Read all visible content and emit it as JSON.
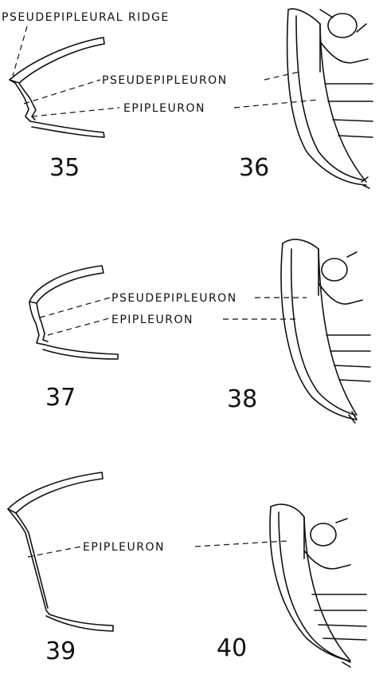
{
  "labels": {
    "pseudepipleural_ridge": "PSEUDEPIPLEURAL RIDGE",
    "pseudepipleuron_a": "PSEUDEPIPLEURON",
    "epipleuron_a": "EPIPLEURON",
    "pseudepipleuron_b": "PSEUDEPIPLEURON",
    "epipleuron_b": "EPIPLEURON",
    "epipleuron_c": "EPIPLEURON"
  },
  "figure_numbers": {
    "f35": "35",
    "f36": "36",
    "f37": "37",
    "f38": "38",
    "f39": "39",
    "f40": "40"
  }
}
